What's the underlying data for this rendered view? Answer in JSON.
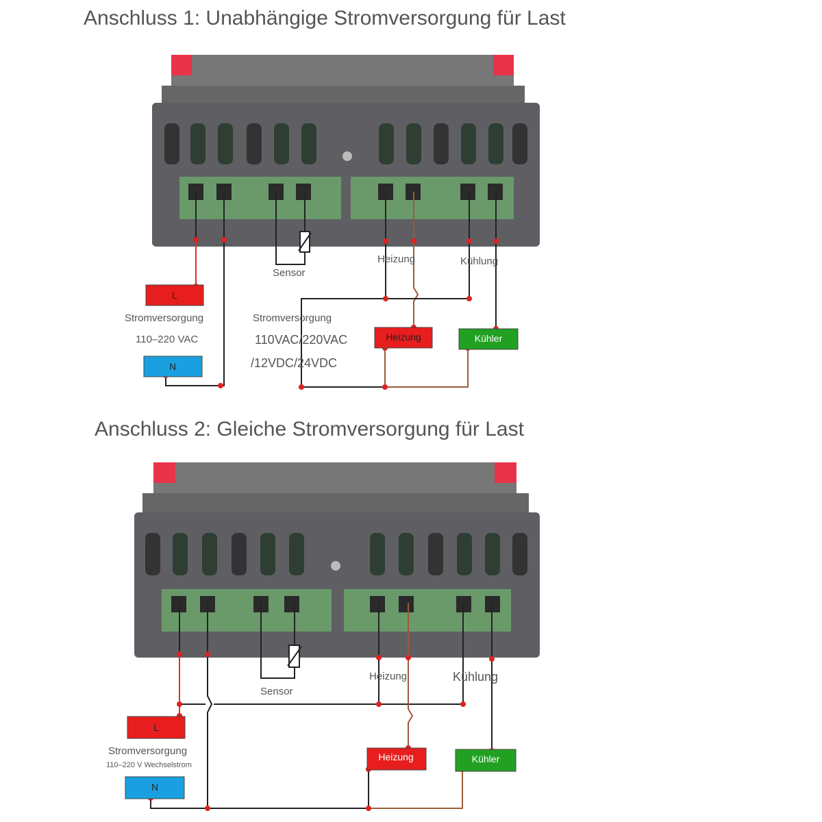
{
  "diagram1": {
    "title": "Anschluss 1: Unabhängige Stromversorgung für Last",
    "sensor_label": "Sensor",
    "heating_label": "Heizung",
    "cooling_label": "Kühlung",
    "box_L": "L",
    "box_N": "N",
    "supply_label": "Stromversorgung",
    "supply_voltage": "110–220 VAC",
    "load_supply_label": "Stromversorgung",
    "load_supply_ac": "110VAC/220VAC",
    "load_supply_dc": "/12VDC/24VDC",
    "heater_box": "Heizung",
    "cooler_box": "Kühler"
  },
  "diagram2": {
    "title": "Anschluss 2: Gleiche Stromversorgung für Last",
    "sensor_label": "Sensor",
    "heating_label": "Heizung",
    "cooling_label": "Kühlung",
    "box_L": "L",
    "box_N": "N",
    "supply_label": "Stromversorgung",
    "supply_voltage": "110–220 V Wechselstrom",
    "heater_box": "Heizung",
    "cooler_box": "Kühler"
  },
  "colors": {
    "device_body": "#5f5f63",
    "terminal_green": "#6a9a6a",
    "wire_black": "#222222",
    "wire_red": "#e03030",
    "wire_brown": "#9a5a3a",
    "box_red": "#e81e1e",
    "box_blue": "#1aa0e0",
    "box_green": "#22a022",
    "junction_red": "#dd2222"
  }
}
